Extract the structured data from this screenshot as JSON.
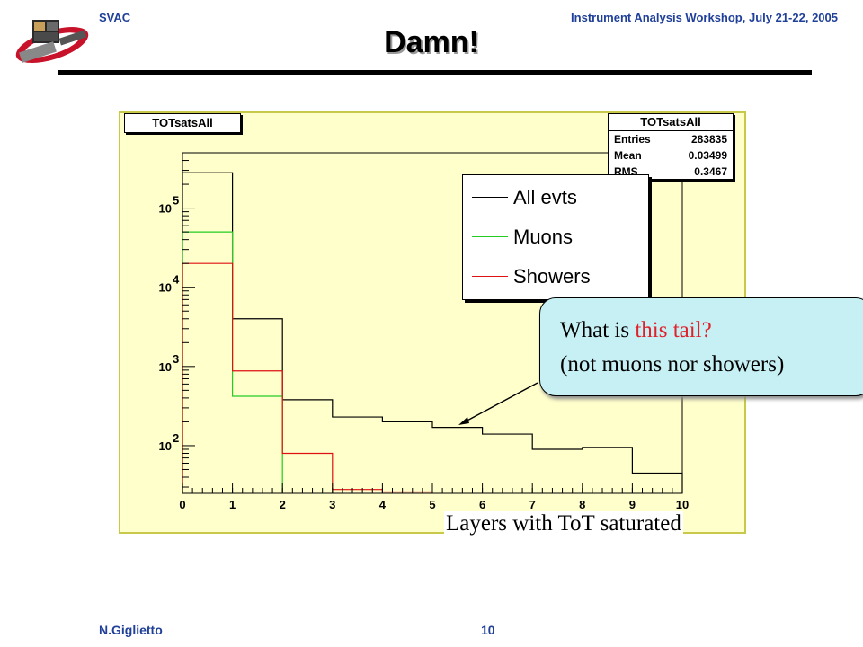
{
  "header": {
    "left": "SVAC",
    "right": "Instrument Analysis Workshop, July 21-22, 2005"
  },
  "slide_title": "Damn!",
  "footer": {
    "author": "N.Giglietto",
    "page_number": "10"
  },
  "histogram_title": "TOTsatsAll",
  "stats_box": {
    "title": "TOTsatsAll",
    "rows": [
      {
        "label": "Entries",
        "value": "283835"
      },
      {
        "label": "Mean",
        "value": "0.03499"
      },
      {
        "label": "RMS",
        "value": "0.3467"
      }
    ]
  },
  "legend": [
    {
      "label": "All evts",
      "color": "#000000"
    },
    {
      "label": "Muons",
      "color": "#22cc22"
    },
    {
      "label": "Showers",
      "color": "#dd1111"
    }
  ],
  "callout": {
    "prefix": "What is ",
    "highlight": "this tail?",
    "line2": "(not muons nor showers)",
    "highlight_color": "#e0202a"
  },
  "x_axis_caption": "Layers with ToT saturated",
  "chart_data": {
    "type": "step-histogram",
    "title": "TOTsatsAll",
    "xlabel": "Layers with ToT saturated",
    "ylabel": "",
    "y_scale": "log",
    "xlim": [
      0,
      10
    ],
    "ylim": [
      25,
      500000
    ],
    "bin_edges": [
      0,
      1,
      2,
      3,
      4,
      5,
      6,
      7,
      8,
      9,
      10
    ],
    "x_ticks": [
      "0",
      "1",
      "2",
      "3",
      "4",
      "5",
      "6",
      "7",
      "8",
      "9",
      "10"
    ],
    "y_ticks": [
      {
        "value": 100,
        "base": "10",
        "exp": "2"
      },
      {
        "value": 1000,
        "base": "10",
        "exp": "3"
      },
      {
        "value": 10000,
        "base": "10",
        "exp": "4"
      },
      {
        "value": 100000,
        "base": "10",
        "exp": "5"
      }
    ],
    "series": [
      {
        "name": "All evts",
        "color": "#000000",
        "values": [
          280000,
          4000,
          380,
          230,
          200,
          170,
          140,
          90,
          95,
          45
        ]
      },
      {
        "name": "Muons",
        "color": "#22cc22",
        "values": [
          50000,
          420,
          null,
          null,
          null,
          null,
          null,
          null,
          null,
          null
        ]
      },
      {
        "name": "Showers",
        "color": "#dd1111",
        "values": [
          20000,
          880,
          80,
          28,
          26,
          null,
          null,
          null,
          null,
          null
        ]
      }
    ]
  }
}
